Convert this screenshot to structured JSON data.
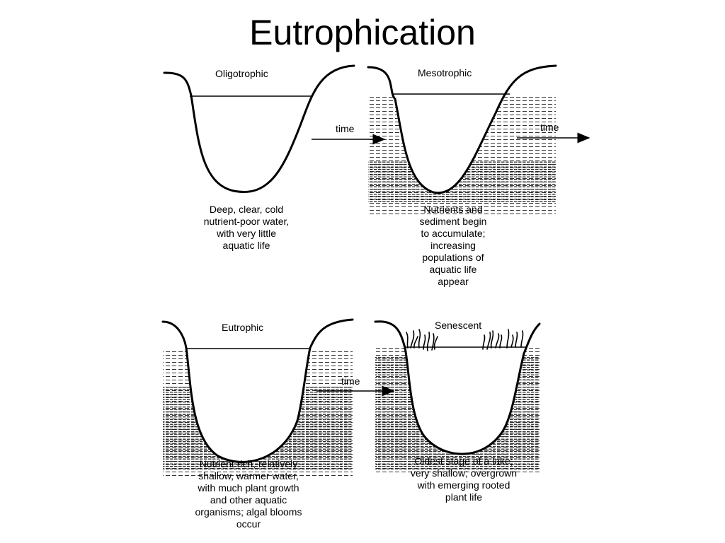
{
  "title": "Eutrophication",
  "arrow_label": "time",
  "stages": [
    {
      "name": "Oligotrophic",
      "caption": "Deep, clear, cold\nnutrient-poor water,\nwith very little\naquatic life"
    },
    {
      "name": "Mesotrophic",
      "caption": "Nutrients and\nsediment begin\nto accumulate;\nincreasing\npopulations of\naquatic life\nappear"
    },
    {
      "name": "Eutrophic",
      "caption": "Nutrient rich, relatively\nshallow, warmer water,\nwith much plant growth\nand other aquatic\norganisms; algal blooms\noccur"
    },
    {
      "name": "Senescent",
      "caption": "Oldest stage of a lake;\nvery shallow; overgrown\nwith emerging rooted\nplant life"
    }
  ],
  "colors": {
    "ink": "#000000",
    "water_dash": "#333333",
    "sediment": "#777777"
  }
}
